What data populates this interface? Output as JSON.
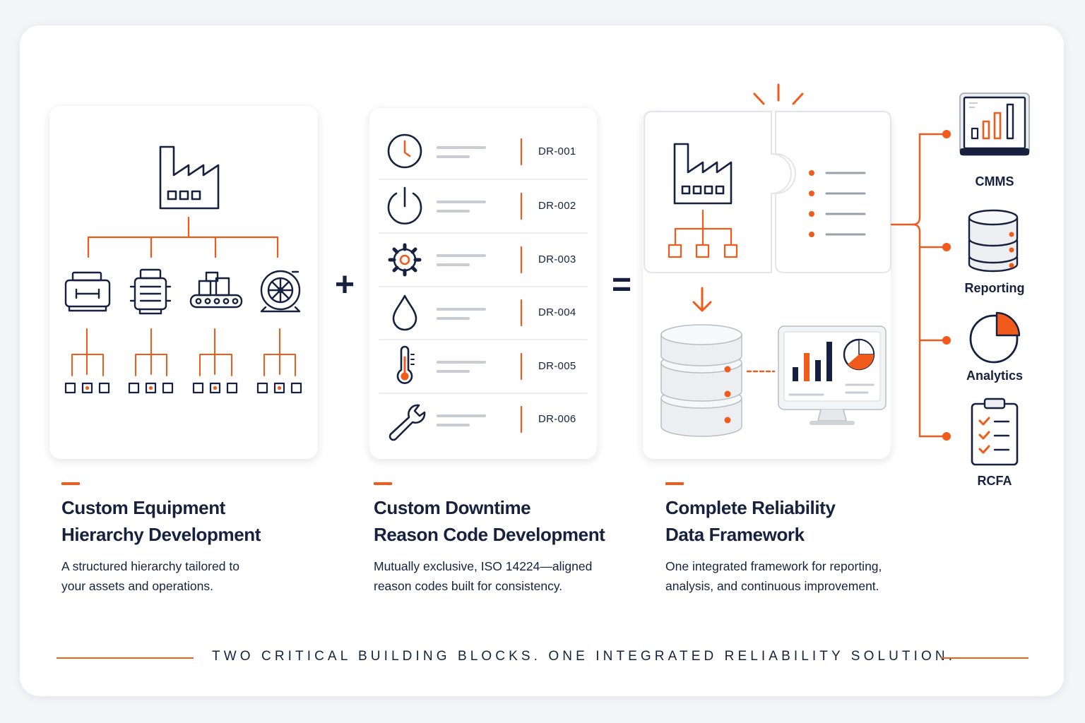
{
  "reason_codes": [
    "DR-001",
    "DR-002",
    "DR-003",
    "DR-004",
    "DR-005",
    "DR-006"
  ],
  "reason_icons": [
    "clock-icon",
    "power-icon",
    "gear-icon",
    "water-drop-icon",
    "thermometer-icon",
    "wrench-icon"
  ],
  "operators": {
    "plus": "+",
    "equals": "="
  },
  "outputs": [
    {
      "label": "CMMS",
      "icon": "monitor-chart-icon"
    },
    {
      "label": "Reporting",
      "icon": "database-icon"
    },
    {
      "label": "Analytics",
      "icon": "pie-chart-icon"
    },
    {
      "label": "RCFA",
      "icon": "clipboard-checklist-icon"
    }
  ],
  "sections": [
    {
      "title_line1": "Custom Equipment",
      "title_line2": "Hierarchy Development",
      "desc_line1": "A structured hierarchy tailored to",
      "desc_line2": "your assets and operations."
    },
    {
      "title_line1": "Custom Downtime",
      "title_line2": "Reason Code Development",
      "desc_line1": "Mutually exclusive, ISO 14224—aligned",
      "desc_line2": "reason codes built for consistency."
    },
    {
      "title_line1": "Complete Reliability",
      "title_line2": "Data Framework",
      "desc_line1": "One integrated framework for reporting,",
      "desc_line2": "analysis, and continuous improvement."
    }
  ],
  "tagline": "TWO CRITICAL BUILDING BLOCKS. ONE INTEGRATED RELIABILITY SOLUTION.",
  "colors": {
    "navy": "#17213f",
    "orange": "#f05a1a",
    "background": "#ffffff"
  }
}
